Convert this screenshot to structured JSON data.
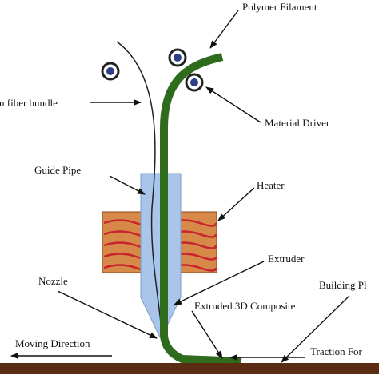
{
  "labels": {
    "polymer_filament": "Polymer Filament",
    "fiber_bundle": "n fiber bundle",
    "material_driver": "Material Driver",
    "guide_pipe": "Guide Pipe",
    "heater": "Heater",
    "extruder": "Extruder",
    "nozzle": "Nozzle",
    "building_plate": "Building Pl",
    "extruded_composite": "Extruded 3D Composite",
    "moving_direction": "Moving Direction",
    "traction_force": "Traction For"
  },
  "colors": {
    "filament": "#2e6b1c",
    "guide_pipe": "#a9c6ea",
    "heater": "#d7894a",
    "heater_stripes": "#c8242e",
    "plate": "#5a2d12",
    "roller_core": "#2f3f86",
    "roller_ring": "#222222"
  }
}
